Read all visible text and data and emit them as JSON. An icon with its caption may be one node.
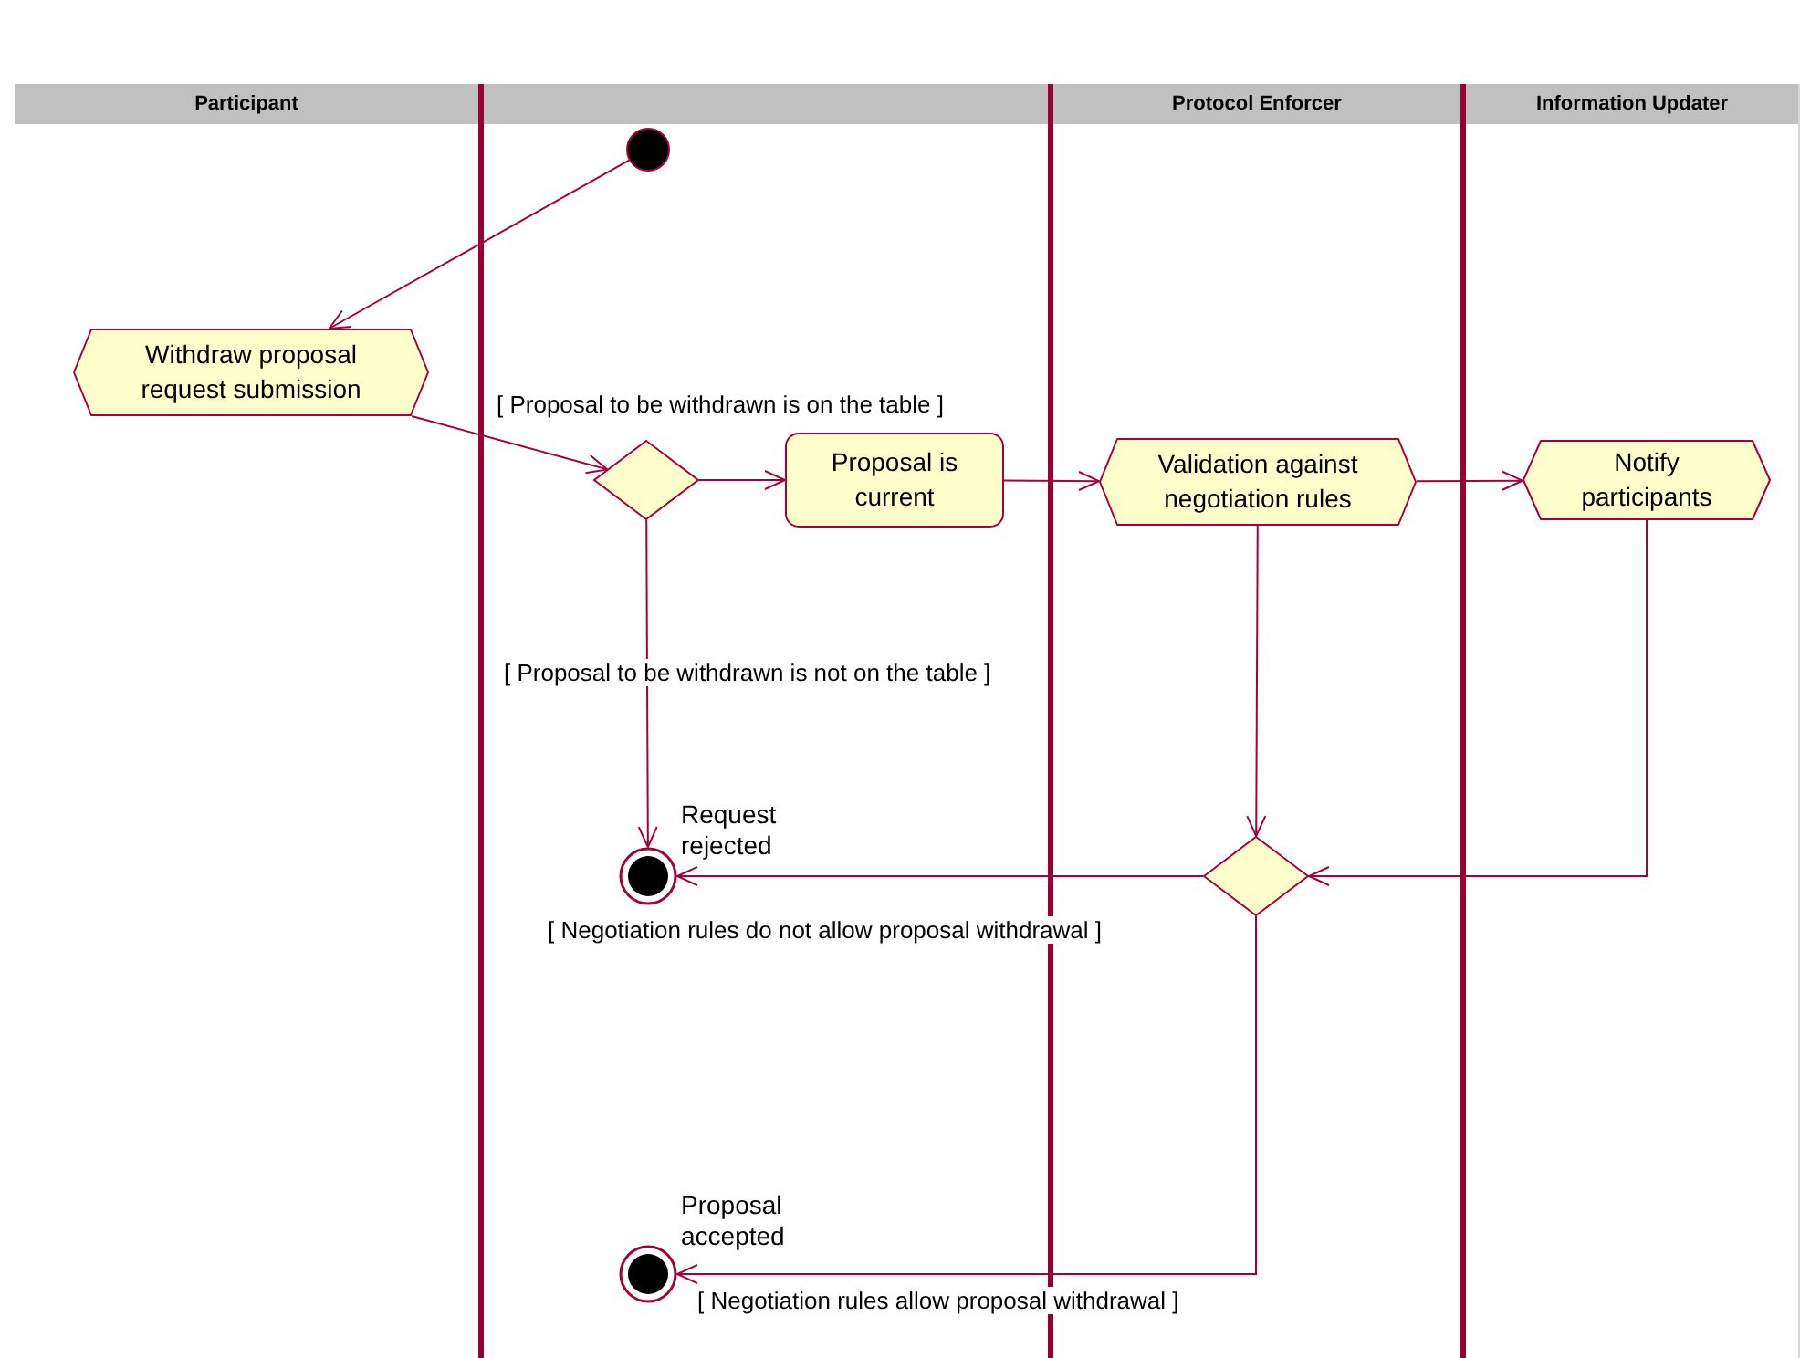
{
  "diagram": {
    "nodes": [
      {
        "text": [
          "Participant"
        ]
      },
      {
        "text": [],
        "shape": "box"
      },
      {
        "text": [
          "Protocol Enforcer"
        ]
      },
      {
        "text": [
          "Information Updater"
        ]
      },
      {
        "text": [],
        "shape": "circle",
        "in": 1
      },
      {
        "text": [
          "Withdraw proposal request submission"
        ],
        "in": 0
      },
      {
        "text": [],
        "shape": "diamond",
        "in": 1
      },
      {
        "text": [
          "Proposal is current"
        ],
        "in": 1
      },
      {
        "text": [
          "Validation against negotiation rules"
        ],
        "in": 2
      },
      {
        "text": [
          "Notify participants"
        ],
        "in": 3
      },
      {
        "text": [],
        "shape": "diamond",
        "in": 2
      },
      {
        "text": [],
        "shape": "bullseye",
        "in": 1,
        "beside": [
          "Request rejected"
        ]
      },
      {
        "text": [],
        "shape": "bullseye",
        "in": 1,
        "beside": [
          "Proposal accepted"
        ]
      }
    ],
    "edges": [
      {
        "from": 4,
        "to": 5,
        "arrow": "to"
      },
      {
        "from": 5,
        "to": 6,
        "arrow": "to"
      },
      {
        "from": 6,
        "to": 7,
        "arrow": "to",
        "label": "[ Proposal to be withdrawn is on the table ]"
      },
      {
        "from": 7,
        "to": 8,
        "arrow": "to"
      },
      {
        "from": 8,
        "to": 9,
        "arrow": "to"
      },
      {
        "from": 6,
        "to": 11,
        "arrow": "to",
        "label": "[ Proposal to be withdrawn is not on the table ]"
      },
      {
        "from": 8,
        "to": 10,
        "arrow": "to"
      },
      {
        "from": 9,
        "to": 10,
        "arrow": "to"
      },
      {
        "from": 10,
        "to": 11,
        "arrow": "to",
        "label": "[ Negotiation rules do not allow proposal withdrawal ]"
      },
      {
        "from": 10,
        "to": 12,
        "arrow": "to",
        "label": "[ Negotiation rules allow proposal withdrawal ]"
      }
    ]
  }
}
